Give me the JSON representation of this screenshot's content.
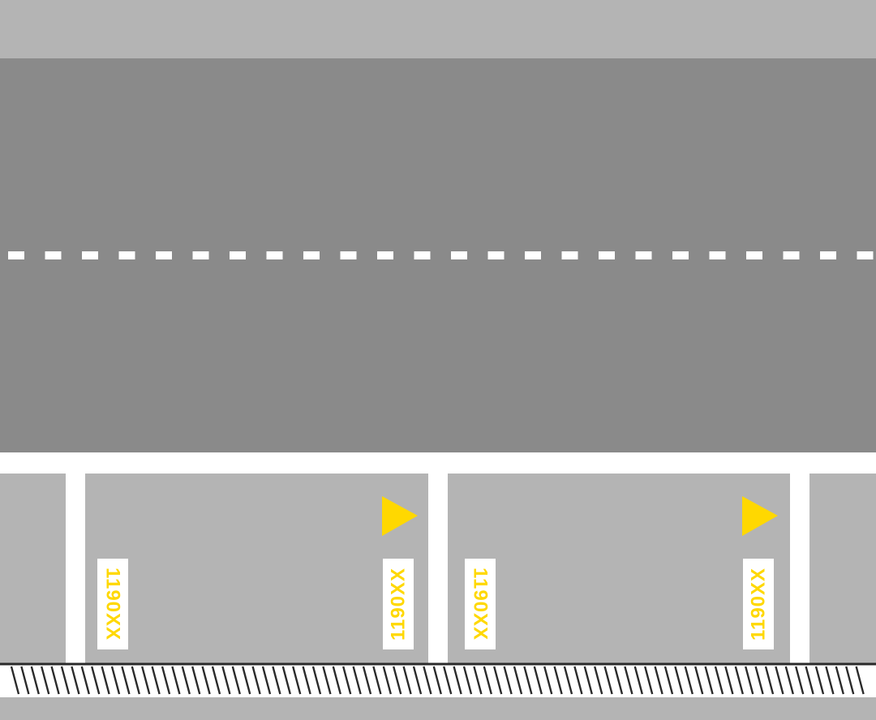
{
  "colors": {
    "sidewalk": "#b4b4b4",
    "road": "#8a8a8a",
    "marking": "#ffffff",
    "parking_area": "#b4b4b4",
    "marker_yellow": "#ffd800",
    "hatch": "#2a2a2a",
    "bottom_strip": "#ffffff"
  },
  "parking_labels": [
    {
      "text": "1190XX",
      "rotation": 90
    },
    {
      "text": "1190XX",
      "rotation": -90
    },
    {
      "text": "1190XX",
      "rotation": 90
    },
    {
      "text": "1190XX",
      "rotation": -90
    }
  ],
  "direction_marker_icon": "triangle-right-icon"
}
